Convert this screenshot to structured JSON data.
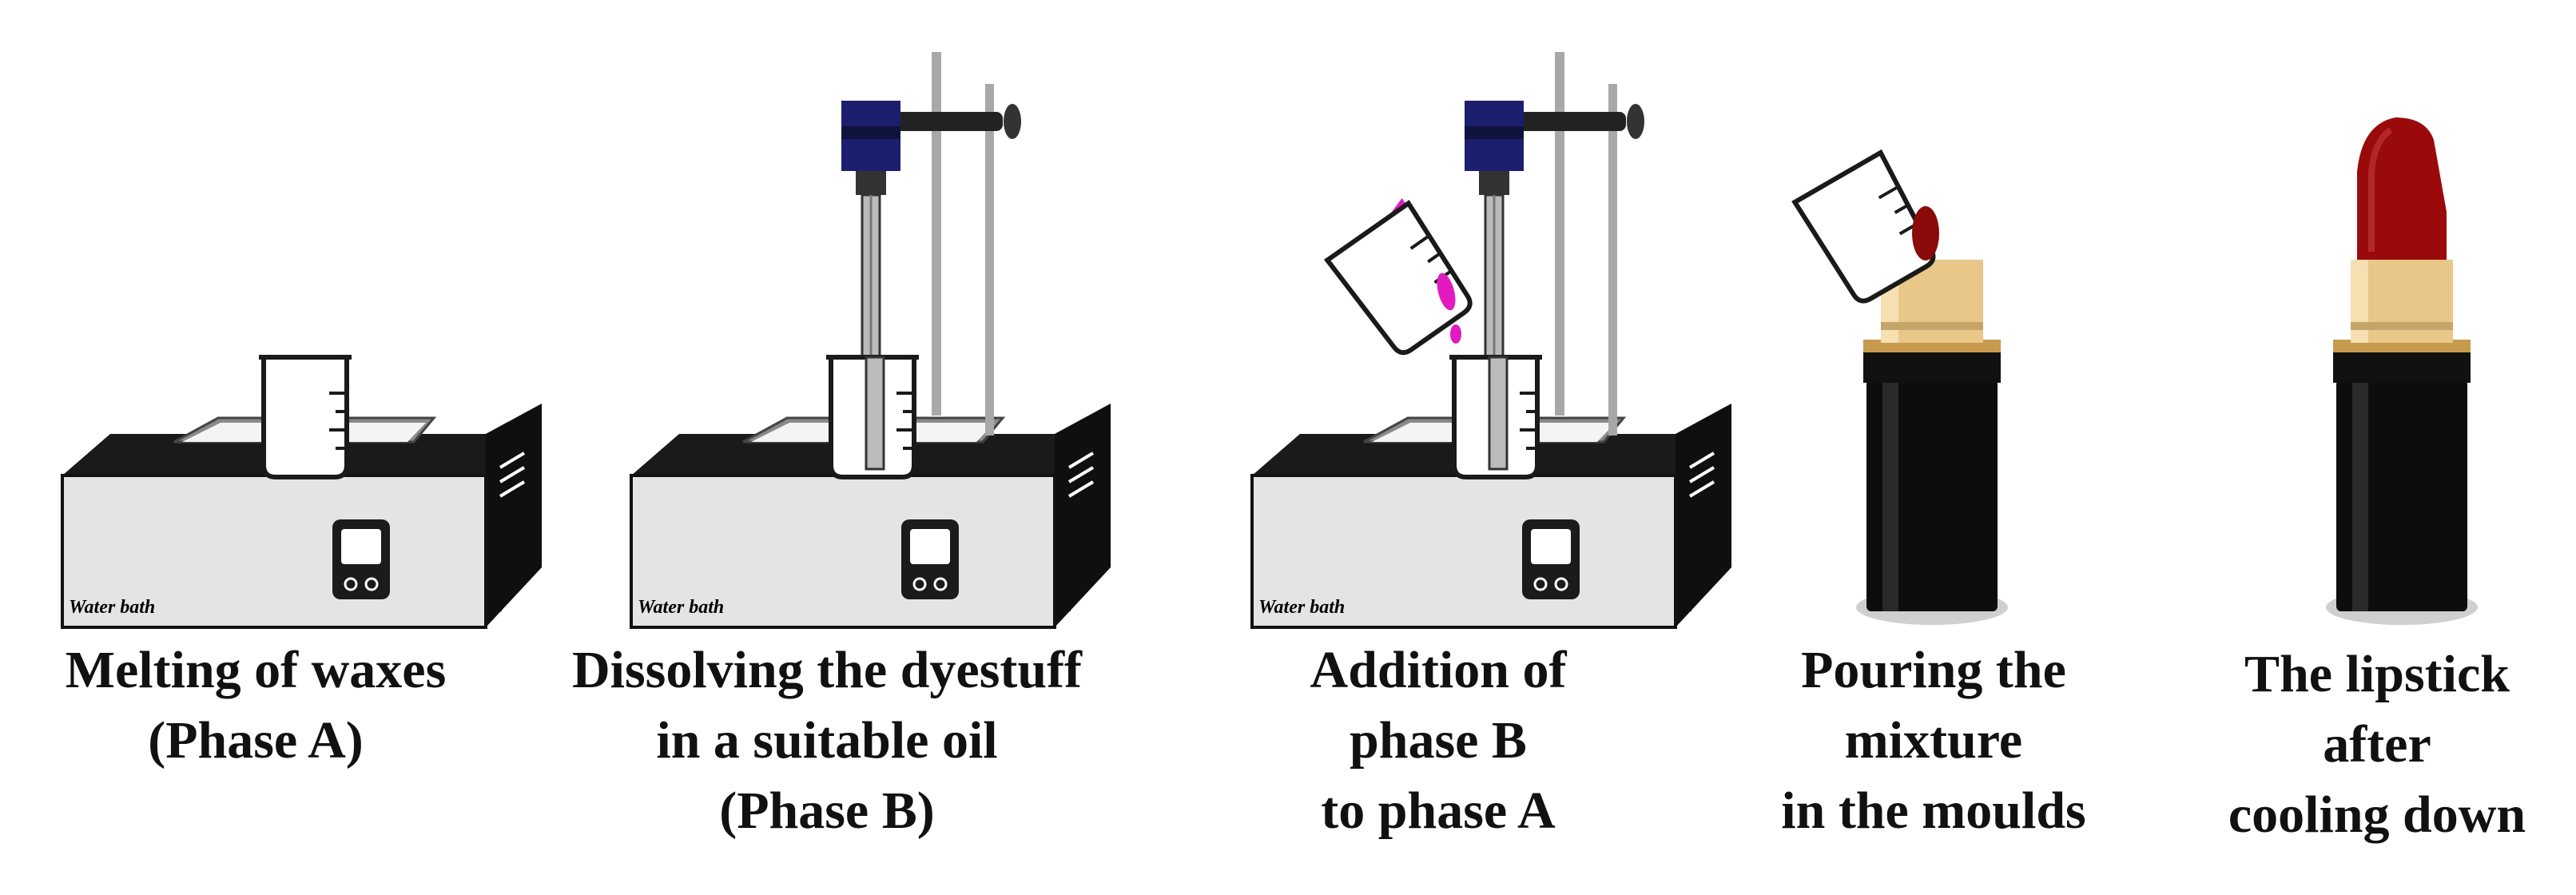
{
  "steps": [
    {
      "id": "melting",
      "caption": [
        "Melting of waxes",
        "(Phase A)"
      ],
      "device_label": "Water bath",
      "liquid_color": "#f2ef7a"
    },
    {
      "id": "dissolving",
      "caption": [
        "Dissolving the dyestuff",
        "in a suitable oil",
        "(Phase B)"
      ],
      "device_label": "Water bath",
      "liquid_color": "#e21bc0"
    },
    {
      "id": "addition",
      "caption": [
        "Addition of",
        "phase B",
        "to phase A"
      ],
      "device_label": "Water bath",
      "liquid_color": "#f2ef7a",
      "poured_color": "#e21bc0"
    },
    {
      "id": "pouring",
      "caption": [
        "Pouring the",
        "mixture",
        "in the moulds"
      ],
      "poured_color": "#8b0a0a"
    },
    {
      "id": "lipstick",
      "caption": [
        "The lipstick",
        "after",
        "cooling down"
      ],
      "bullet_color": "#9b0a0a"
    }
  ],
  "colors": {
    "yellow": "#f2ef7a",
    "magenta": "#e21bc0",
    "red": "#8b0a0a",
    "motor": "#1c1f6e",
    "gold": "#e8c788"
  }
}
